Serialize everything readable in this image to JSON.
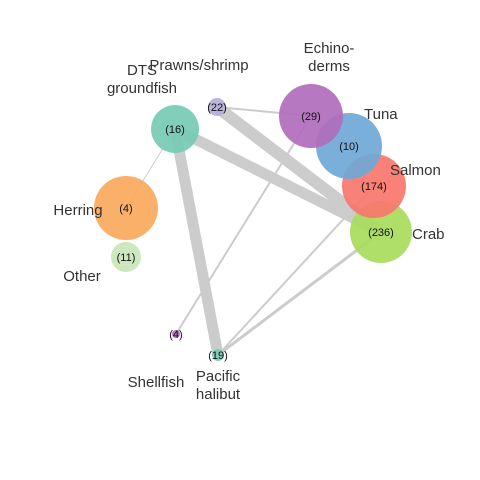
{
  "nodes": [
    {
      "id": "crab",
      "label_lines": [
        "Crab"
      ],
      "count": "(236)",
      "count_value": 236,
      "color": "#a8dc5c"
    },
    {
      "id": "salmon",
      "label_lines": [
        "Salmon"
      ],
      "count": "(174)",
      "count_value": 174,
      "color": "#f8766d"
    },
    {
      "id": "tuna",
      "label_lines": [
        "Tuna"
      ],
      "count": "(10)",
      "count_value": 10,
      "color": "#6fa8d6"
    },
    {
      "id": "echinoderms",
      "label_lines": [
        "Echino-",
        "derms"
      ],
      "count": "(29)",
      "count_value": 29,
      "color": "#b06cbc"
    },
    {
      "id": "prawns",
      "label_lines": [
        "Prawns/shrimp"
      ],
      "count": "(22)",
      "count_value": 22,
      "color": "#b5aed8"
    },
    {
      "id": "dts",
      "label_lines": [
        "DTS",
        "groundfish"
      ],
      "count": "(16)",
      "count_value": 16,
      "color": "#76cbb4"
    },
    {
      "id": "herring",
      "label_lines": [
        "Herring"
      ],
      "count": "(4)",
      "count_value": 4,
      "color": "#fba95c"
    },
    {
      "id": "other",
      "label_lines": [
        "Other"
      ],
      "count": "(11)",
      "count_value": 11,
      "color": "#c9e6b8"
    },
    {
      "id": "shellfish",
      "label_lines": [
        "Shellfish"
      ],
      "count": "(4)",
      "count_value": 4,
      "color": "#b06cbc"
    },
    {
      "id": "halibut",
      "label_lines": [
        "Pacific",
        "halibut"
      ],
      "count": "(19)",
      "count_value": 19,
      "color": "#76cbb4"
    }
  ],
  "edges": [
    {
      "from": "dts",
      "to": "halibut"
    },
    {
      "from": "dts",
      "to": "crab"
    },
    {
      "from": "prawns",
      "to": "crab"
    },
    {
      "from": "prawns",
      "to": "echinoderms"
    },
    {
      "from": "echinoderms",
      "to": "shellfish"
    },
    {
      "from": "crab",
      "to": "halibut"
    },
    {
      "from": "salmon",
      "to": "halibut"
    },
    {
      "from": "dts",
      "to": "herring"
    }
  ],
  "colors": {
    "edge": "#cccccc",
    "label": "#333333",
    "count": "#111111",
    "background": "#ffffff"
  }
}
